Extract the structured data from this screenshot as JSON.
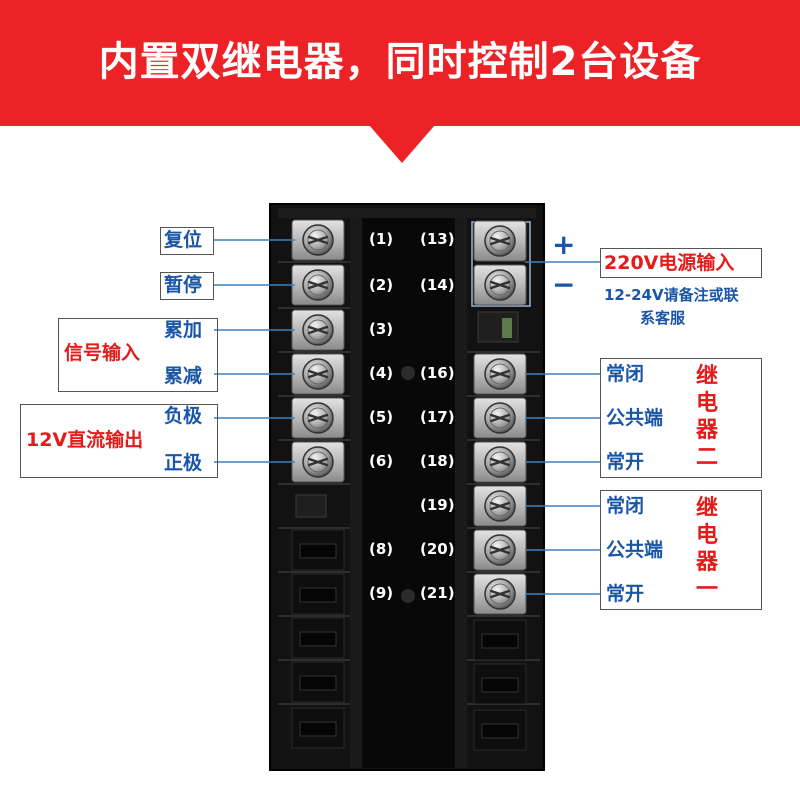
{
  "banner": {
    "title": "内置双继电器，同时控制2台设备"
  },
  "left_labels": {
    "reset": "复位",
    "pause": "暂停",
    "acc_add": "累加",
    "acc_sub": "累减",
    "signal_input": "信号输入",
    "negative": "负极",
    "positive": "正极",
    "dc_output": "12V直流输出"
  },
  "power": {
    "plus": "+",
    "minus": "−",
    "title": "220V电源输入",
    "note_line1": "12-24V请备注或联",
    "note_line2": "系客服"
  },
  "relay2": {
    "nc": "常闭",
    "com": "公共端",
    "no": "常开",
    "name": [
      "继",
      "电",
      "器",
      "二"
    ]
  },
  "relay1": {
    "nc": "常闭",
    "com": "公共端",
    "no": "常开",
    "name": [
      "继",
      "电",
      "器",
      "一"
    ]
  },
  "terminals": {
    "left": [
      "(1)",
      "(2)",
      "(3)",
      "(4)",
      "(5)",
      "(6)",
      "(8)",
      "(9)"
    ],
    "right": [
      "(13)",
      "(14)",
      "(16)",
      "(17)",
      "(18)",
      "(19)",
      "(20)",
      "(21)"
    ]
  }
}
